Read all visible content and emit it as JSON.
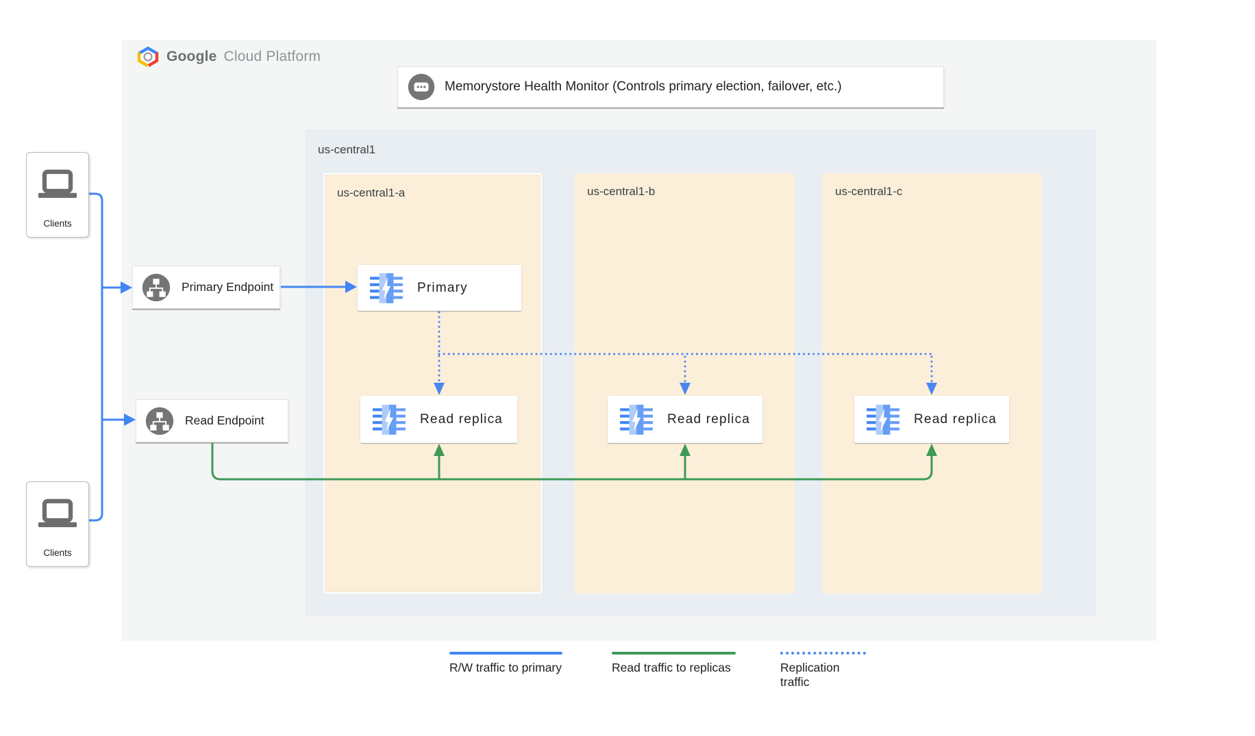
{
  "header": {
    "logo": {
      "brand": "Google",
      "suffix": "Cloud Platform"
    },
    "health_monitor": {
      "label": "Memorystore Health Monitor (Controls primary election, failover, etc.)",
      "icon": "chat-dots-icon"
    }
  },
  "clients": [
    {
      "label": "Clients"
    },
    {
      "label": "Clients"
    }
  ],
  "endpoints": {
    "primary": {
      "label": "Primary Endpoint",
      "icon": "network-endpoint-icon"
    },
    "read": {
      "label": "Read Endpoint",
      "icon": "network-endpoint-icon"
    }
  },
  "region": {
    "label": "us-central1",
    "zones": [
      {
        "label": "us-central1-a",
        "highlighted": true,
        "nodes": [
          {
            "label": "Primary",
            "icon": "memorystore-icon"
          },
          {
            "label": "Read replica",
            "icon": "memorystore-icon"
          }
        ]
      },
      {
        "label": "us-central1-b",
        "nodes": [
          {
            "label": "Read replica",
            "icon": "memorystore-icon"
          }
        ]
      },
      {
        "label": "us-central1-c",
        "nodes": [
          {
            "label": "Read replica",
            "icon": "memorystore-icon"
          }
        ]
      }
    ]
  },
  "legend": [
    {
      "label": "R/W traffic to primary",
      "style": "solid",
      "color": "#4285f4"
    },
    {
      "label": "Read traffic to replicas",
      "style": "solid",
      "color": "#3d9a57"
    },
    {
      "label": "Replication traffic",
      "style": "dotted",
      "color": "#4c86f0"
    }
  ],
  "colors": {
    "panel": "#f4f5f5",
    "region": "#e9eef3",
    "zone": "#fcefda",
    "blue": "#4285f4",
    "green": "#3d9a57",
    "icon_gray": "#757575"
  }
}
